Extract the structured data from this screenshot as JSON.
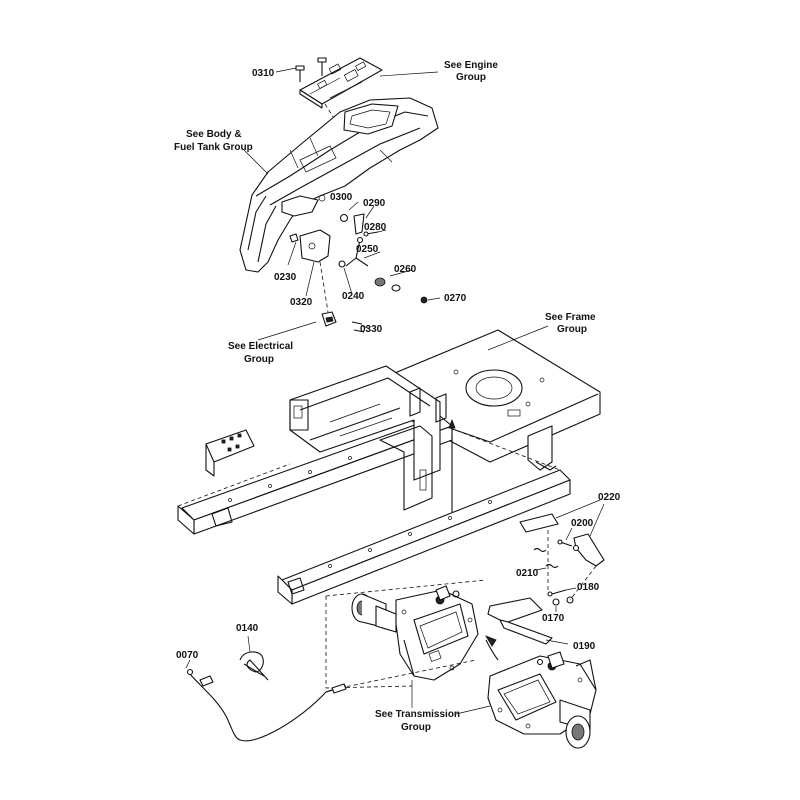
{
  "labels": {
    "p0310": "0310",
    "see_engine_1": "See Engine",
    "see_engine_2": "Group",
    "see_body_1": "See Body &",
    "see_body_2": "Fuel Tank Group",
    "p0300": "0300",
    "p0290": "0290",
    "p0280": "0280",
    "p0250": "0250",
    "p0260": "0260",
    "p0230": "0230",
    "p0240": "0240",
    "p0270": "0270",
    "p0320": "0320",
    "p0330": "0330",
    "see_electrical_1": "See Electrical",
    "see_electrical_2": "Group",
    "see_frame_1": "See Frame",
    "see_frame_2": "Group",
    "p0220": "0220",
    "p0200": "0200",
    "p0210": "0210",
    "p0180": "0180",
    "p0170": "0170",
    "p0190": "0190",
    "p0140": "0140",
    "p0070": "0070",
    "see_transmission_1": "See Transmission",
    "see_transmission_2": "Group"
  }
}
